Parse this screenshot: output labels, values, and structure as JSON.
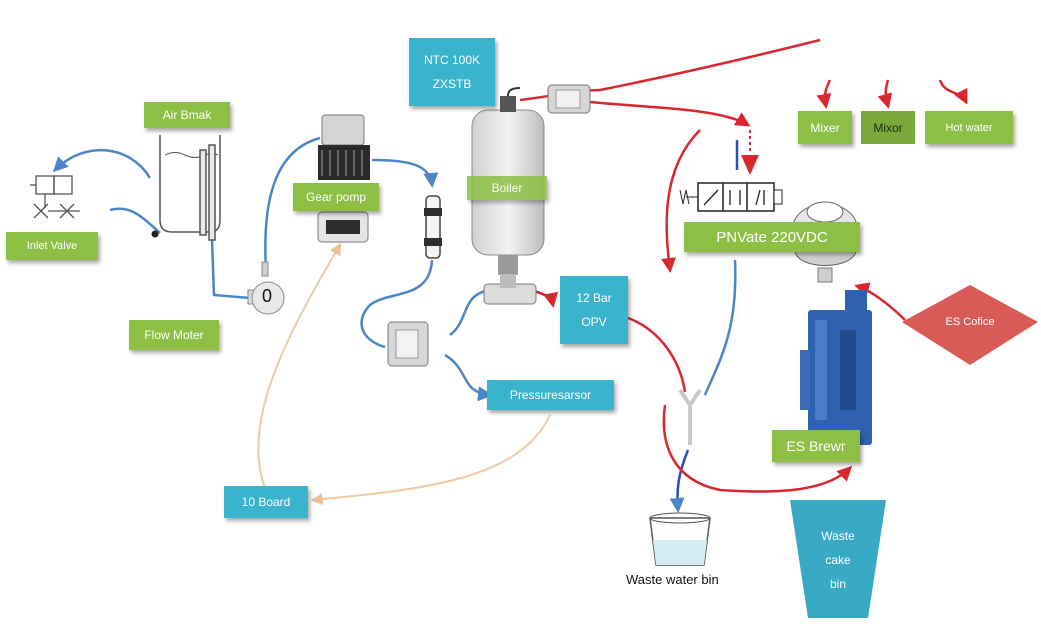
{
  "labels": {
    "ntc": [
      "NTC 100K",
      "ZXSTB"
    ],
    "air_break": "Air Bmak",
    "gear_pump": "Gear pomp",
    "boiler": "Boiler",
    "inlet_valve": "Inlet Valve",
    "flow_meter": "Flow Moter",
    "flow_meter_reading": "0",
    "mixer1": "Mixer",
    "mixer2": "Mixor",
    "hot_water": "Hot water",
    "pn_valve": "PNVate 220VDC",
    "opv": [
      "12 Bar",
      "OPV"
    ],
    "es_coffee": "ES Cofice",
    "pressure_sensor": "Pressuresarsor",
    "es_brewer": "ES Brewr",
    "board": "10 Board",
    "waste_water_bin": "Waste water bin",
    "waste_cake_bin": [
      "Waste",
      "cake",
      "bin"
    ]
  },
  "colors": {
    "label_green": "#8cbf44",
    "label_cyan": "#3ab3cc",
    "water_line": "#4a86c8",
    "hot_line": "#d9272e",
    "signal_line": "#f2c9a0",
    "es_coffee_fill": "#d95b57",
    "brewer_blue": "#2f62b0"
  }
}
